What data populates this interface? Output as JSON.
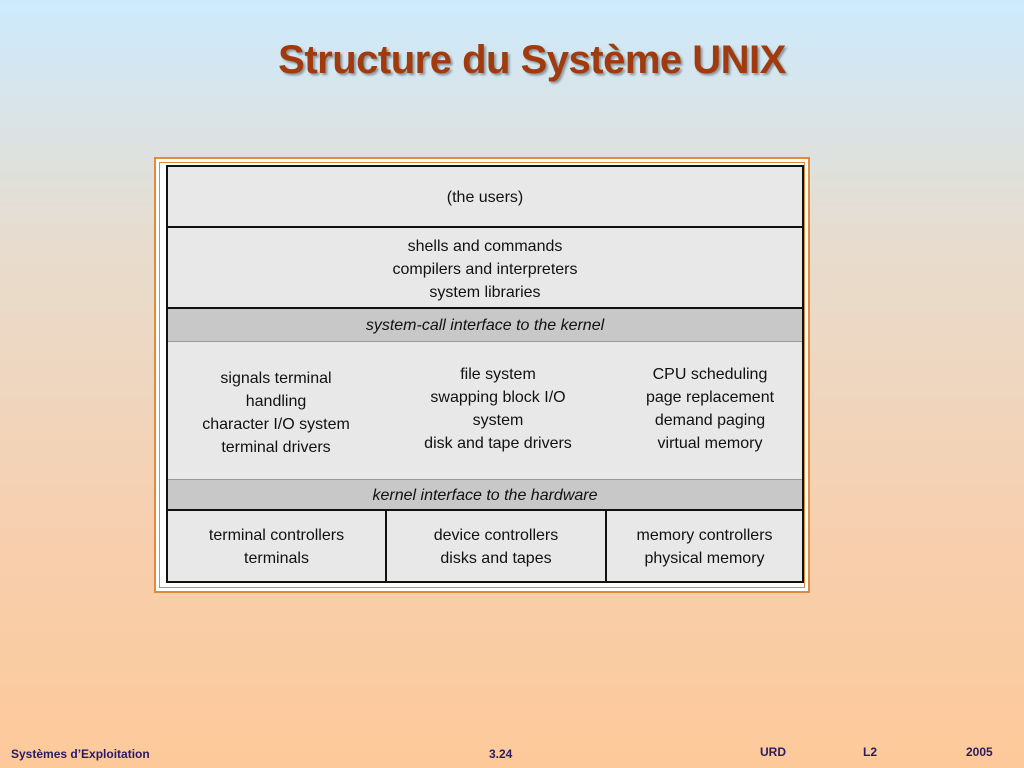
{
  "slide": {
    "title": "Structure du Système UNIX"
  },
  "diagram": {
    "users": "(the users)",
    "shells": [
      "shells and commands",
      "compilers and interpreters",
      "system libraries"
    ],
    "syscall_interface": "system-call interface to the kernel",
    "kernel": {
      "col1": [
        "signals terminal",
        "handling",
        "character I/O system",
        "terminal drivers"
      ],
      "col2": [
        "file system",
        "swapping block I/O",
        "system",
        "disk and tape drivers"
      ],
      "col3": [
        "CPU scheduling",
        "page replacement",
        "demand paging",
        "virtual memory"
      ]
    },
    "hardware_interface": "kernel interface to the hardware",
    "controllers": {
      "col1": [
        "terminal controllers",
        "terminals"
      ],
      "col2": [
        "device controllers",
        "disks and tapes"
      ],
      "col3": [
        "memory controllers",
        "physical memory"
      ]
    }
  },
  "footer": {
    "course": "Systèmes d’Exploitation",
    "page": "3.24",
    "org": "URD",
    "level": "L2",
    "year": "2005"
  }
}
